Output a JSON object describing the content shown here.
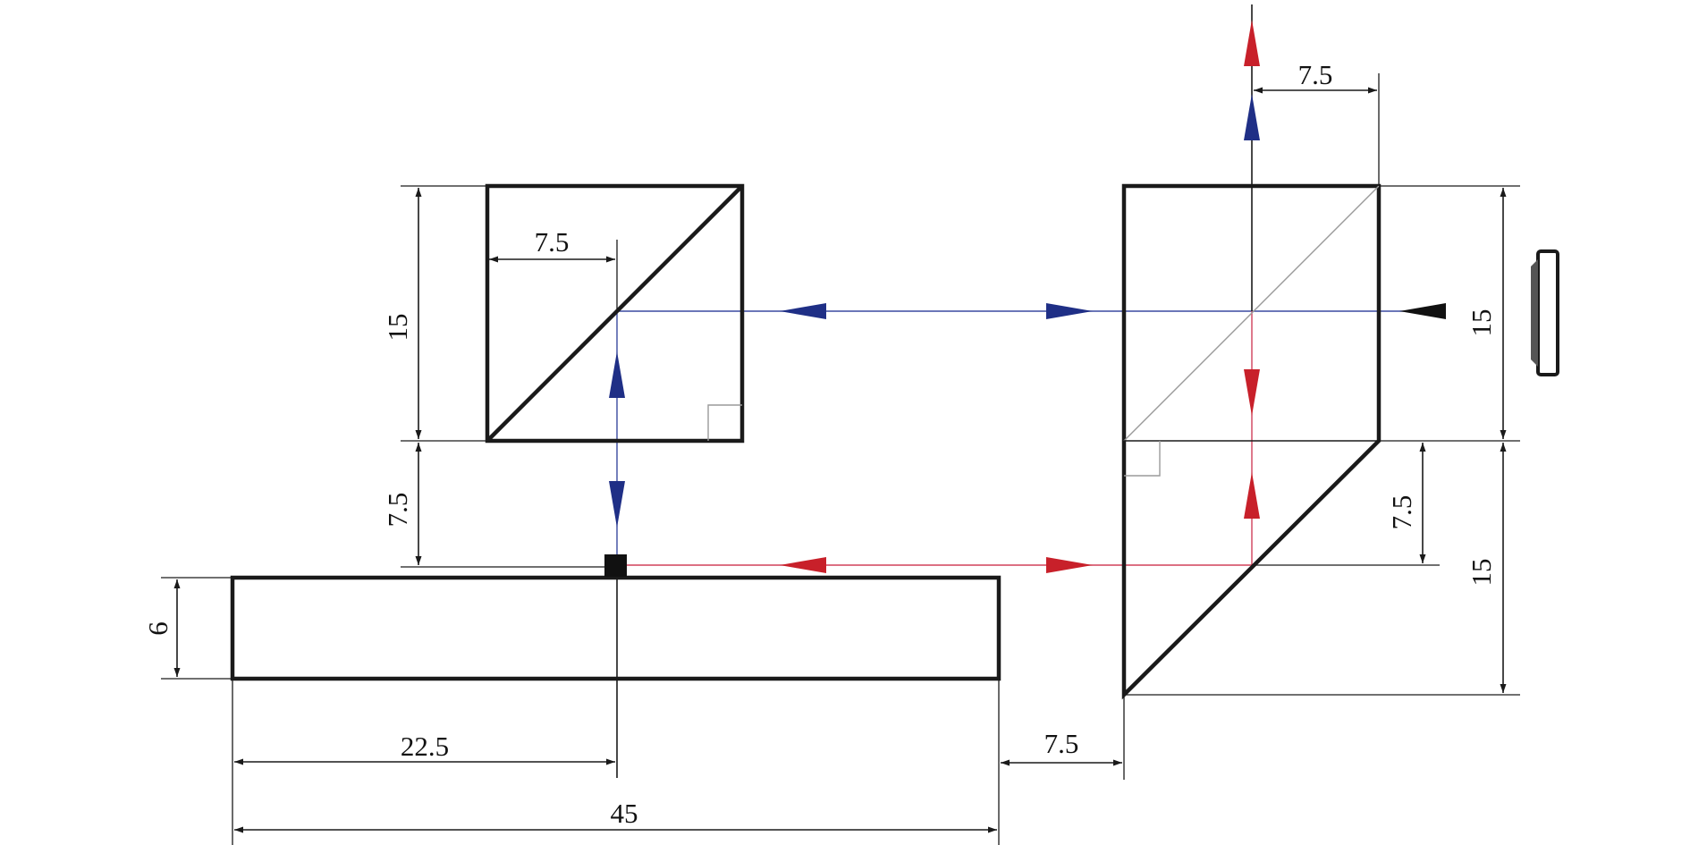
{
  "dimensions": {
    "cube1_height": "15",
    "cube1_half_width": "7.5",
    "gap_vertical": "7.5",
    "base_height": "6",
    "base_half_length": "22.5",
    "base_length": "45",
    "gap_horizontal": "7.5",
    "top_offset": "7.5",
    "cube2_height": "15",
    "prism_offset": "7.5",
    "prism_height": "15"
  },
  "colors": {
    "blue_beam": "#1f2f86",
    "red_beam": "#c8202a",
    "blue_line": "#3a4aa0",
    "red_line": "#d0405a",
    "ink": "#1a1a1a"
  }
}
